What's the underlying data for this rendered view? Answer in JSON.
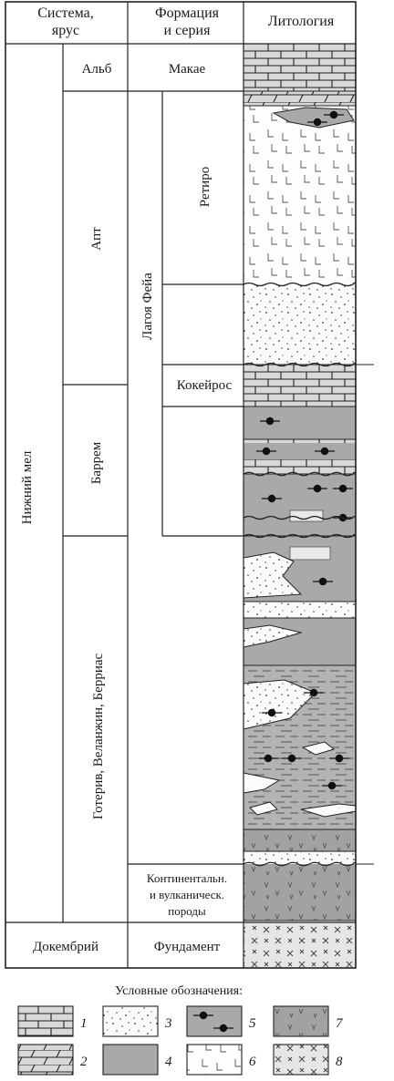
{
  "header": {
    "col1": [
      "Система,",
      "ярус"
    ],
    "col2": [
      "Формация",
      "и серия"
    ],
    "col3": "Литология"
  },
  "system": "Нижний мел",
  "stages": {
    "alb": "Альб",
    "apt": "Апт",
    "barrem": "Баррем",
    "goteriv": "Готерив, Веланжин, Берриас"
  },
  "formations": {
    "makae": "Макае",
    "lagoa_feia": "Лагоя Фейа",
    "retiro": "Ретиро",
    "kokeiros": "Кокейрос",
    "continental": [
      "Континентальн.",
      "и вулканическ.",
      "породы"
    ]
  },
  "basement": {
    "precambrian": "Докембрий",
    "foundation": "Фундамент"
  },
  "legend": {
    "title": "Условные обозначения:",
    "items": [
      "1",
      "2",
      "3",
      "4",
      "5",
      "6",
      "7",
      "8"
    ]
  },
  "colors": {
    "line": "#222222",
    "shale_fill": "#a9a9a9",
    "shale_light": "#b8b8b8",
    "stripe": "#e9e9e9",
    "white": "#ffffff"
  }
}
